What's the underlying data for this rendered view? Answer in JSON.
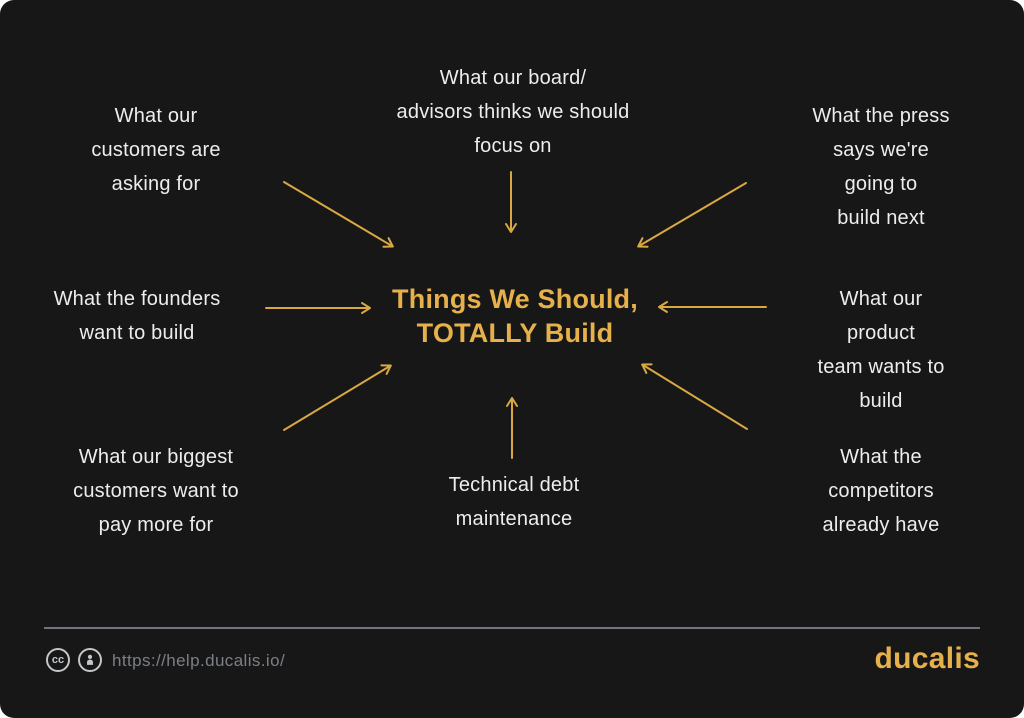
{
  "colors": {
    "background": "#171717",
    "label_text": "#EDEDEE",
    "accent_gold": "#E6B04A",
    "arrow_gold": "#D9A843",
    "footer_gray": "#7B7F86",
    "divider_gray": "#6F747E"
  },
  "center": {
    "title": "Things We Should,\nTOTALLY Build"
  },
  "labels": [
    {
      "id": "customers-asking",
      "text": "What our\ncustomers are\nasking for"
    },
    {
      "id": "board-advisors",
      "text": "What our board/\nadvisors thinks we should\nfocus on"
    },
    {
      "id": "press",
      "text": "What the press\nsays we're going to\nbuild next"
    },
    {
      "id": "founders",
      "text": "What the founders\nwant to build"
    },
    {
      "id": "product-team",
      "text": "What our product\nteam wants to build"
    },
    {
      "id": "biggest-customers",
      "text": "What our biggest\ncustomers want to\npay more for"
    },
    {
      "id": "technical-debt",
      "text": "Technical debt\nmaintenance"
    },
    {
      "id": "competitors",
      "text": "What the\ncompetitors\nalready have"
    }
  ],
  "footer": {
    "cc_text": "cc",
    "license_icon_names": [
      "cc-icon",
      "attribution-person-icon"
    ],
    "url": "https://help.ducalis.io/",
    "logo_text": "ducalis"
  }
}
